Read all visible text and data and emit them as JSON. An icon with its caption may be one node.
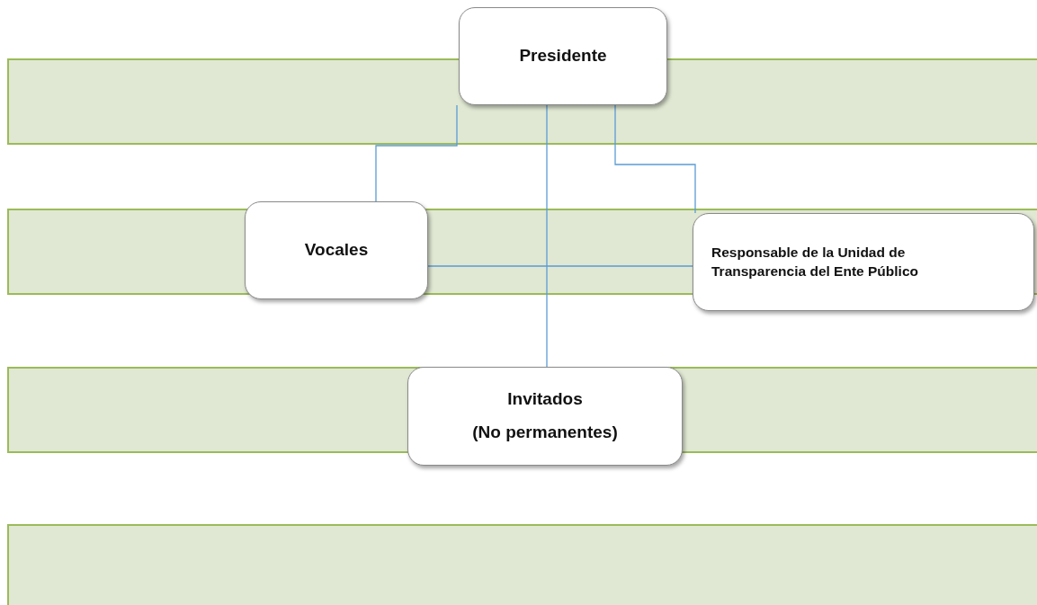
{
  "diagram": {
    "nodes": [
      {
        "text": [
          "Presidente"
        ]
      },
      {
        "text": [
          "Vocales"
        ]
      },
      {
        "text": [
          "Responsable de la Unidad de Transparencia del  Ente Público"
        ]
      },
      {
        "text": [
          "Invitados",
          "(No permanentes)"
        ]
      }
    ],
    "edges": [
      {
        "from": 0,
        "to": 1,
        "arrow": "none"
      },
      {
        "from": 0,
        "to": 3,
        "arrow": "none"
      },
      {
        "from": 0,
        "to": 2,
        "arrow": "none"
      },
      {
        "from": 1,
        "to": 2,
        "arrow": "none"
      }
    ]
  }
}
